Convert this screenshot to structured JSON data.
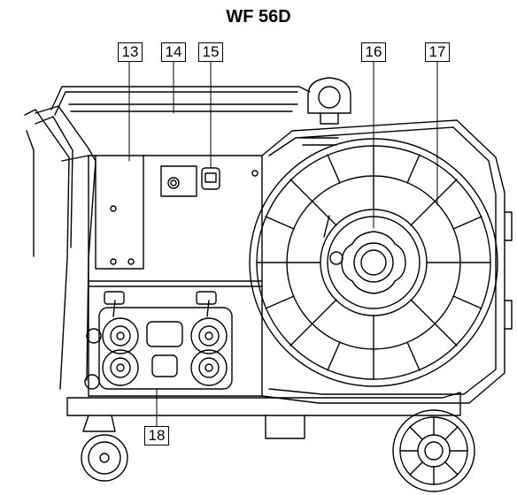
{
  "title": "WF 56D",
  "callouts": {
    "c13": "13",
    "c14": "14",
    "c15": "15",
    "c16": "16",
    "c17": "17",
    "c18": "18"
  },
  "colors": {
    "line": "#000000",
    "background": "#ffffff"
  }
}
